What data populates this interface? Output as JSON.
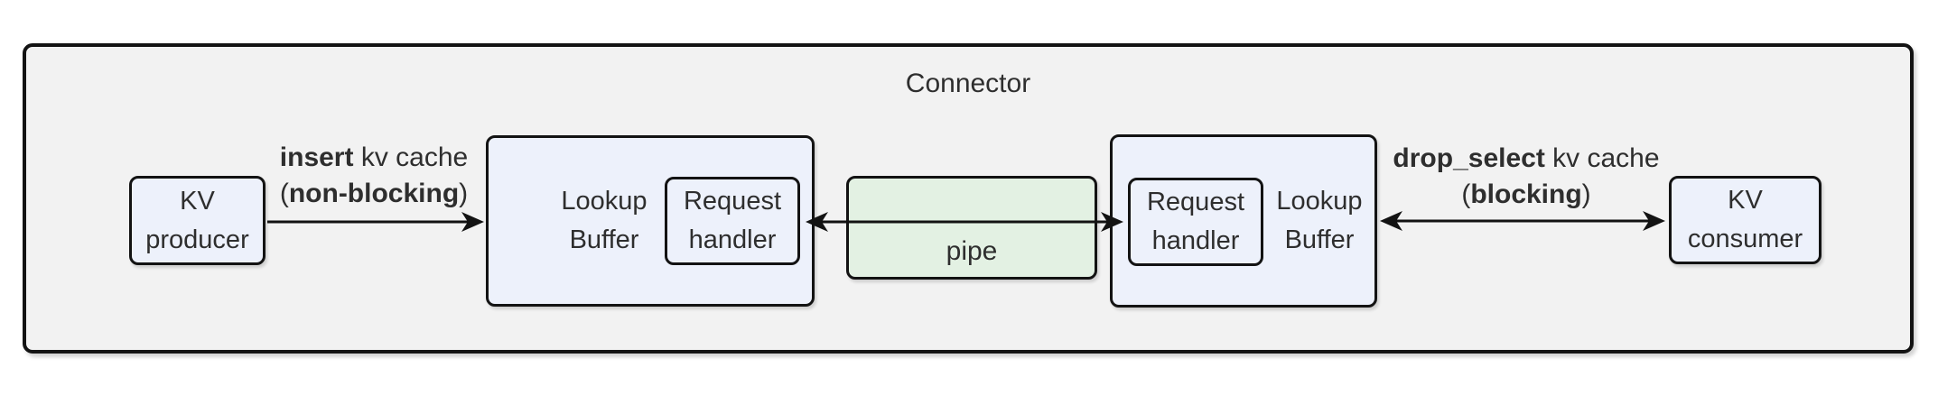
{
  "colors": {
    "page_bg": "#ffffff",
    "container_bg": "#f2f2f2",
    "node_fill": "#edf1fb",
    "pipe_fill": "#e3f1e3",
    "border": "#131313",
    "text": "#2e2e2e"
  },
  "diagram": {
    "title": "Connector",
    "nodes": {
      "kv_producer": "KV\nproducer",
      "lookup_buffer_left": "Lookup\nBuffer",
      "request_handler_left": "Request\nhandler",
      "pipe": "pipe",
      "request_handler_right": "Request\nhandler",
      "lookup_buffer_right": "Lookup\nBuffer",
      "kv_consumer": "KV\nconsumer"
    },
    "edges": {
      "insert": {
        "line1_bold": "insert",
        "line1_rest": " kv cache",
        "line2_pre": "(",
        "line2_bold": "non-blocking",
        "line2_post": ")"
      },
      "drop_select": {
        "line1_bold": "drop_select",
        "line1_rest": " kv cache",
        "line2_pre": "(",
        "line2_bold": "blocking",
        "line2_post": ")"
      }
    }
  }
}
